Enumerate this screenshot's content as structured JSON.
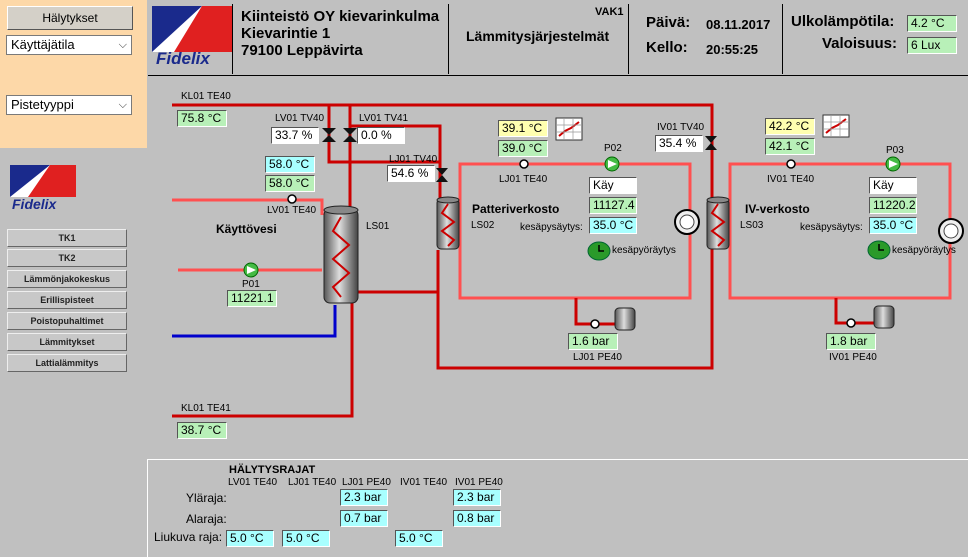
{
  "sidebar": {
    "alarm_button": "Hälytykset",
    "mode_select": "Käyttäjätila",
    "pointtype_select": "Pistetyyppi",
    "logo_text": "Fidelix",
    "nav": [
      "TK1",
      "TK2",
      "Lämmönjakokeskus",
      "Erillispisteet",
      "Poistopuhaltimet",
      "Lämmitykset",
      "Lattialämmitys"
    ]
  },
  "header": {
    "logo_text": "Fidelix",
    "address1": "Kiinteistö OY kievarinkulma",
    "address2": "Kievarintie 1",
    "address3": "79100 Leppävirta",
    "system_code": "VAK1",
    "system_name": "Lämmitysjärjestelmät",
    "date_label": "Päivä:",
    "date_value": "08.11.2017",
    "time_label": "Kello:",
    "time_value": "20:55:25",
    "outdoor_label": "Ulkolämpötila:",
    "outdoor_value": "4.2 °C",
    "light_label": "Valoisuus:",
    "light_value": "6 Lux"
  },
  "diagram": {
    "kl01_te40_label": "KL01 TE40",
    "kl01_te40_value": "75.8 °C",
    "lv01_tv40_label": "LV01 TV40",
    "lv01_tv40_value": "33.7 %",
    "lv01_tv41_label": "LV01 TV41",
    "lv01_tv41_value": "0.0 %",
    "lj01_tv40_label": "LJ01 TV40",
    "lj01_tv40_value": "54.6 %",
    "lv01_sp_value": "58.0 °C",
    "lv01_te40_value": "58.0 °C",
    "lv01_te40_label": "LV01 TE40",
    "kayttovesi_label": "Käyttövesi",
    "ls01_label": "LS01",
    "p01_label": "P01",
    "p01_value": "11221.1",
    "kl01_te41_label": "KL01 TE41",
    "kl01_te41_value": "38.7 °C",
    "lj01_sp_value": "39.1 °C",
    "lj01_te40_value": "39.0 °C",
    "lj01_te40_label": "LJ01 TE40",
    "p02_label": "P02",
    "p02_status": "Käy",
    "p02_value": "11127.4",
    "ls02_label": "LS02",
    "patteri_label": "Patteriverkosto",
    "kesa1_label": "kesäpysäytys:",
    "kesa1_value": "35.0 °C",
    "kesaporay1_label": "kesäpyöräytys",
    "lj01_pe40_value": "1.6 bar",
    "lj01_pe40_label": "LJ01 PE40",
    "iv01_tv40_label": "IV01 TV40",
    "iv01_tv40_value": "35.4 %",
    "ls03_label": "LS03",
    "iv_sp_value": "42.2 °C",
    "iv_te40_value": "42.1 °C",
    "iv_te40_label": "IV01 TE40",
    "p03_label": "P03",
    "p03_status": "Käy",
    "p03_value": "11220.2",
    "iv_label": "IV-verkosto",
    "kesa2_label": "kesäpysäytys:",
    "kesa2_value": "35.0 °C",
    "kesaporay2_label": "kesäpyöräytys",
    "iv_pe40_value": "1.8 bar",
    "iv_pe40_label": "IV01 PE40"
  },
  "alarms": {
    "title": "HÄLYTYSRAJAT",
    "cols": [
      "LV01 TE40",
      "LJ01 TE40",
      "LJ01 PE40",
      "IV01 TE40",
      "IV01 PE40"
    ],
    "row_upper": "Yläraja:",
    "row_lower": "Alaraja:",
    "row_slide": "Liukuva raja:",
    "lj_pe_upper": "2.3 bar",
    "iv_pe_upper": "2.3 bar",
    "lj_pe_lower": "0.7 bar",
    "iv_pe_lower": "0.8 bar",
    "lv_slide": "5.0 °C",
    "lj_slide": "5.0 °C",
    "iv_slide": "5.0 °C"
  },
  "colors": {
    "supply": "#cc0000",
    "return": "#ff5050",
    "cold": "#0000cc",
    "brand_blue": "#1a2a8c",
    "brand_red": "#e02020"
  }
}
